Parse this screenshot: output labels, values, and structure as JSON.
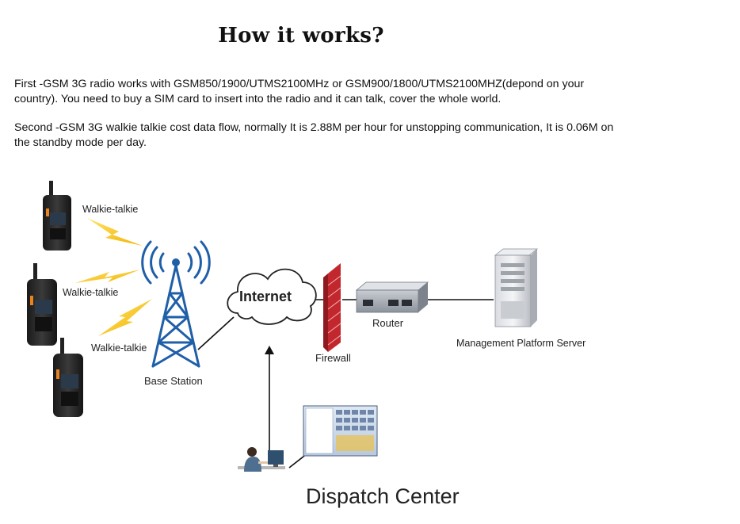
{
  "header": {
    "title": "How it works?"
  },
  "description": {
    "first": "First -GSM 3G radio works with GSM850/1900/UTMS2100MHz or GSM900/1800/UTMS2100MHZ(depond on your country). You need to buy a SIM card to insert into the radio and it can talk, cover the whole world.",
    "second": "Second -GSM 3G walkie talkie cost data flow, normally It is 2.88M per hour for unstopping communication, It is 0.06M on the standby mode per day."
  },
  "diagram": {
    "walkie_labels": [
      "Walkie-talkie",
      "Walkie-talkie",
      "Walkie-talkie"
    ],
    "base_station": "Base Station",
    "internet": "Internet",
    "firewall": "Firewall",
    "router": "Router",
    "server": "Management Platform Server",
    "dispatch_center": "Dispatch Center"
  }
}
